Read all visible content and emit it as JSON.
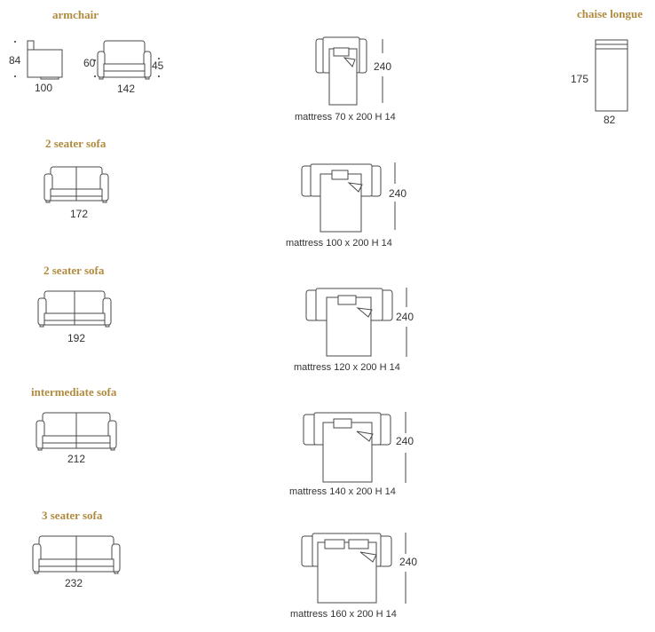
{
  "armchair": {
    "heading": "armchair",
    "side_height": "84",
    "side_depth": "100",
    "front_seat_height": "60",
    "front_arm_height": "45",
    "front_width": "142"
  },
  "chaise": {
    "heading": "chaise longue",
    "length": "175",
    "width": "82"
  },
  "beds": [
    {
      "length": "240",
      "caption": "mattress 70 x 200 H 14"
    },
    {
      "length": "240",
      "caption": "mattress 100 x 200 H 14"
    },
    {
      "length": "240",
      "caption": "mattress 120  x 200 H 14"
    },
    {
      "length": "240",
      "caption": "mattress 140 x 200 H 14"
    },
    {
      "length": "240",
      "caption": "mattress 160 x 200 H 14"
    }
  ],
  "sofas": [
    {
      "heading": "2 seater sofa",
      "width": "172"
    },
    {
      "heading": "2 seater sofa",
      "width": "192"
    },
    {
      "heading": "intermediate sofa",
      "width": "212"
    },
    {
      "heading": "3 seater sofa",
      "width": "232"
    }
  ],
  "colors": {
    "heading": "#b08a3e",
    "line": "#4a4a4a",
    "text": "#333333"
  }
}
